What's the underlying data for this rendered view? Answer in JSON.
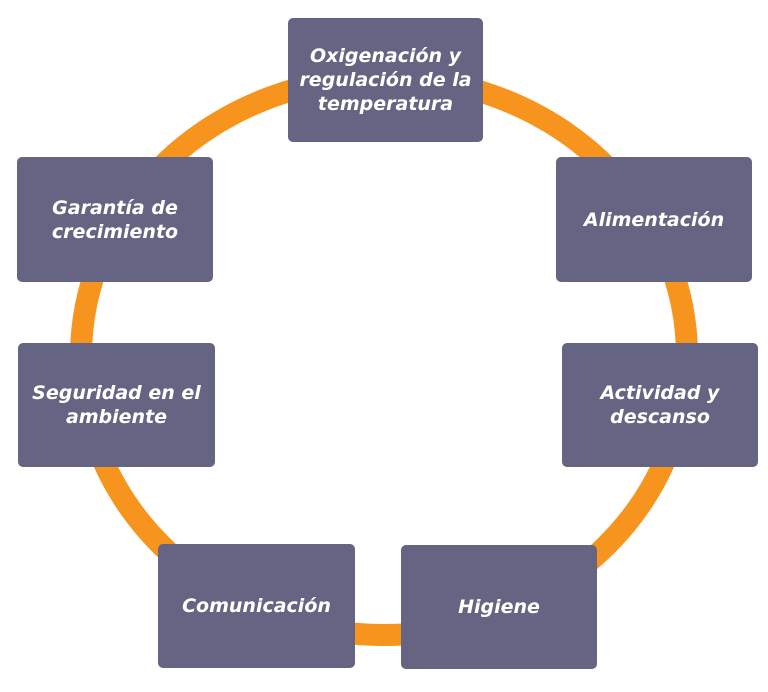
{
  "diagram": {
    "ring_color": "#f7941d",
    "node_color": "#656483",
    "text_color": "#ffffff",
    "nodes": [
      {
        "id": "oxigenacion",
        "label": "Oxigenación y regulación de la temperatura"
      },
      {
        "id": "alimentacion",
        "label": "Alimentación"
      },
      {
        "id": "actividad",
        "label": "Actividad y descanso"
      },
      {
        "id": "higiene",
        "label": "Higiene"
      },
      {
        "id": "comunicacion",
        "label": "Comunicación"
      },
      {
        "id": "seguridad",
        "label": "Seguridad en el ambiente"
      },
      {
        "id": "garantia",
        "label": "Garantía de crecimiento"
      }
    ]
  }
}
